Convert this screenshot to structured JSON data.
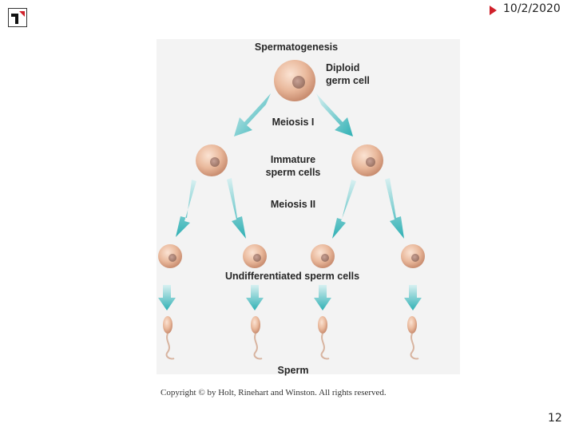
{
  "header": {
    "date": "10/2/2020"
  },
  "diagram": {
    "title": "Spermatogenesis",
    "labels": {
      "diploid_line1": "Diploid",
      "diploid_line2": "germ cell",
      "meiosis_1": "Meiosis I",
      "immature_line1": "Immature",
      "immature_line2": "sperm cells",
      "meiosis_2": "Meiosis II",
      "undifferentiated": "Undifferentiated sperm cells",
      "sperm": "Sperm"
    },
    "colors": {
      "cell": "#e8b99c",
      "nucleus": "#b08a7a",
      "arrow": "#3fb6b9",
      "panel": "#f3f3f3"
    }
  },
  "copyright": "Copyright © by Holt, Rinehart and Winston. All rights reserved.",
  "footer": {
    "page_number": "12"
  }
}
